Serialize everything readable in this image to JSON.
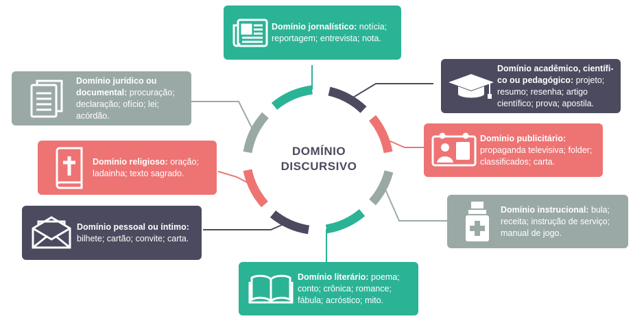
{
  "center": {
    "line1": "DOMÍNIO",
    "line2": "DISCURSIVO"
  },
  "colors": {
    "teal": "#2bb396",
    "navy": "#4b4a5e",
    "coral": "#ee7373",
    "gray": "#9aa9a6"
  },
  "domains": {
    "jornalistico": {
      "icon": "newspaper-icon",
      "title": "Domínio jornalístico:",
      "desc": " notícia; reportagem; entrevista; nota."
    },
    "academico": {
      "icon": "graduation-cap-icon",
      "title": "Domínio acadêmico, científi-co ou pedagógico:",
      "desc": " projeto; resumo; resenha; artigo científico; prova; apostila."
    },
    "publicitario": {
      "icon": "billboard-icon",
      "title": "Domínio publicitário:",
      "desc": " propaganda televisiva; folder; classificados; carta."
    },
    "instrucional": {
      "icon": "medicine-bottle-icon",
      "title": "Domínio instrucional:",
      "desc": " bula; receita; instrução de serviço; manual de jogo."
    },
    "literario": {
      "icon": "open-book-icon",
      "title": "Domínio literário:",
      "desc": " poema; conto; crônica; romance; fábula; acróstico; mito."
    },
    "pessoal": {
      "icon": "envelope-icon",
      "title": "Domínio pessoal ou íntimo:",
      "desc": " bilhete; cartão; convite; carta."
    },
    "religioso": {
      "icon": "bible-icon",
      "title": "Domínio religioso:",
      "desc": " oração; ladainha; texto sagrado."
    },
    "juridico": {
      "icon": "documents-icon",
      "title": "Domínio jurídico ou documental:",
      "desc": " procuração; declaração; ofício; lei; acórdão."
    }
  }
}
